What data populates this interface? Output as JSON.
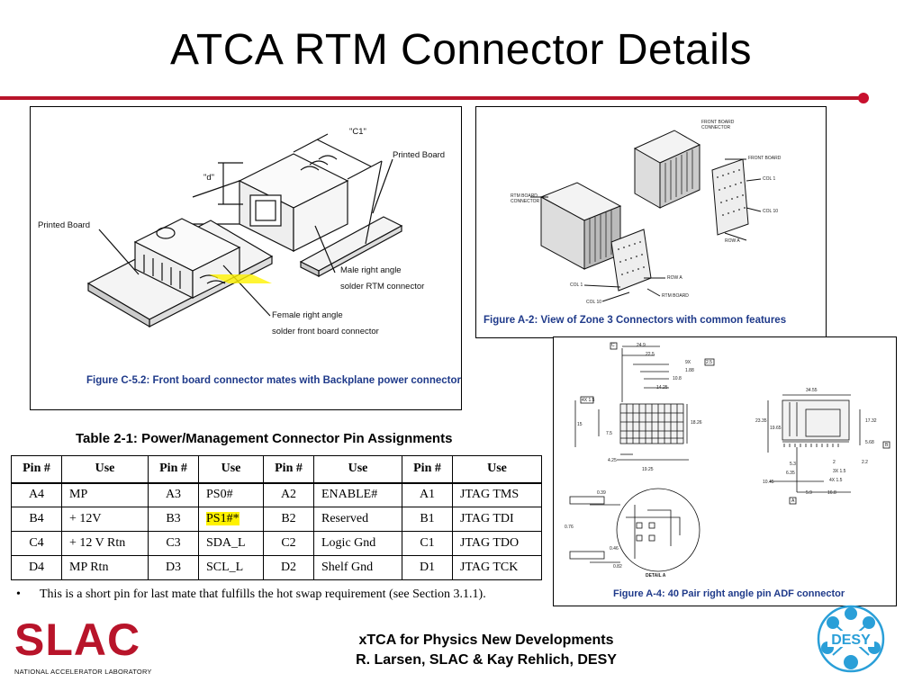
{
  "slide": {
    "title": "ATCA RTM Connector Details",
    "accent_color": "#b8142a"
  },
  "figure_c52": {
    "caption": "Figure C-5.2: Front board connector mates with Backplane power connector",
    "labels": {
      "c1": "\"C1\"",
      "d": "\"d\"",
      "printed_board_right": "Printed Board",
      "printed_board_left": "Printed Board",
      "male_1": "Male right angle",
      "male_2": "solder RTM connector",
      "female_1": "Female right angle",
      "female_2": "solder front board connector"
    }
  },
  "figure_a2": {
    "caption": "Figure A-2: View of Zone 3 Connectors with common features",
    "labels": {
      "front_board_connector": "FRONT BOARD CONNECTOR",
      "front_board": "FRONT BOARD",
      "col1_right": "COL 1",
      "col10_right": "COL 10",
      "rowa_right": "ROW A",
      "rtm_board_connector": "RTM BOARD CONNECTOR",
      "rowa_bottom": "ROW A",
      "col1_bottom": "COL 1",
      "rtm_board": "RTM BOARD",
      "col10_bottom": "COL 10"
    }
  },
  "figure_a4": {
    "caption": "Figure A-4: 40 Pair right angle pin ADF connector",
    "dims": {
      "d249": "24.9",
      "d225": "22.5",
      "d188": "1.88",
      "d108": "10.8",
      "d1425": "14.25",
      "d3455": "34.55",
      "d2335": "23.35",
      "d1965": "19.65",
      "d1732": "17.32",
      "d1826": "18.26",
      "d75": "7.5",
      "d15": "15",
      "d425": "4.25",
      "d1925": "19.25",
      "d568": "5.68",
      "d53": "5.3",
      "d635": "6.35",
      "d1045": "10.45",
      "d59": "5.9",
      "d168": "16.8",
      "d2": "2",
      "d22": "2.2",
      "d3x15": "3X 1.5",
      "d4x15": "4X 1.5",
      "d039": "0.39",
      "d076": "0.76",
      "d046": "0.46",
      "d082": "0.82",
      "detail": "DETAIL A",
      "c": "C",
      "a": "A",
      "b": "B"
    }
  },
  "table": {
    "title": "Table 2-1: Power/Management Connector Pin Assignments",
    "headers": [
      "Pin #",
      "Use",
      "Pin #",
      "Use",
      "Pin #",
      "Use",
      "Pin #",
      "Use"
    ],
    "rows": [
      [
        "A4",
        "MP",
        "A3",
        "PS0#",
        "A2",
        "ENABLE#",
        "A1",
        "JTAG TMS"
      ],
      [
        "B4",
        "+ 12V",
        "B3",
        "PS1#*",
        "B2",
        "Reserved",
        "B1",
        "JTAG TDI"
      ],
      [
        "C4",
        "+ 12 V Rtn",
        "C3",
        "SDA_L",
        "C2",
        "Logic Gnd",
        "C1",
        "JTAG TDO"
      ],
      [
        "D4",
        "MP Rtn",
        "D3",
        "SCL_L",
        "D2",
        "Shelf Gnd",
        "D1",
        "JTAG TCK"
      ]
    ],
    "highlight_color": "#fff200"
  },
  "footnote": {
    "bullet": "•",
    "text": "This is a short pin for last mate that fulfills the hot swap requirement (see Section 3.1.1)."
  },
  "footer": {
    "line1": "xTCA for Physics New Developments",
    "line2": "R. Larsen, SLAC & Kay Rehlich, DESY"
  },
  "slac_logo": {
    "word": "SLAC",
    "subtitle": "NATIONAL ACCELERATOR LABORATORY",
    "color": "#b8142a"
  },
  "desy_logo": {
    "word": "DESY",
    "color": "#2a9fd8"
  }
}
